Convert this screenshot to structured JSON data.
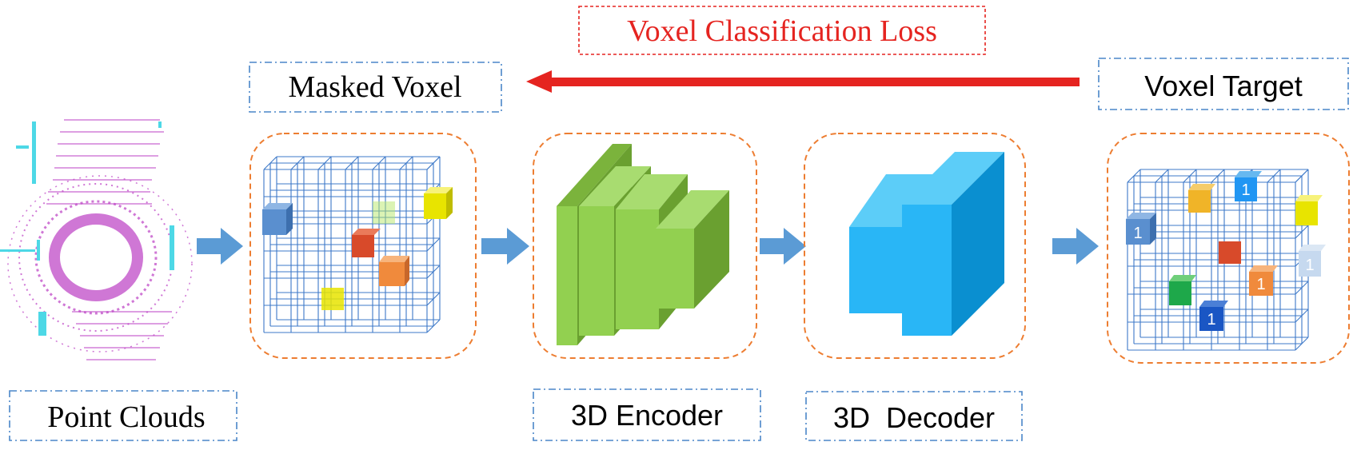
{
  "loss": {
    "label": "Voxel Classification Loss",
    "color": "#e52420"
  },
  "labels": {
    "masked_voxel": "Masked Voxel",
    "voxel_target": "Voxel Target",
    "point_clouds": "Point Clouds",
    "encoder": "3D Encoder",
    "decoder": "3D  Decoder"
  },
  "target_voxels": {
    "value_label": "1"
  },
  "colors": {
    "grid": "#3c78c8",
    "frame": "#ed7d31",
    "arrow_flow": "#5b9bd5",
    "encoder": "#92d050",
    "decoder": "#29b6f6",
    "point_cloud_main": "#c04ac8",
    "point_cloud_accent": "#4dd8e6"
  },
  "icons": [
    "point-cloud-image",
    "voxel-grid",
    "encoder-blocks",
    "decoder-blocks",
    "flow-arrow",
    "loss-arrow"
  ]
}
